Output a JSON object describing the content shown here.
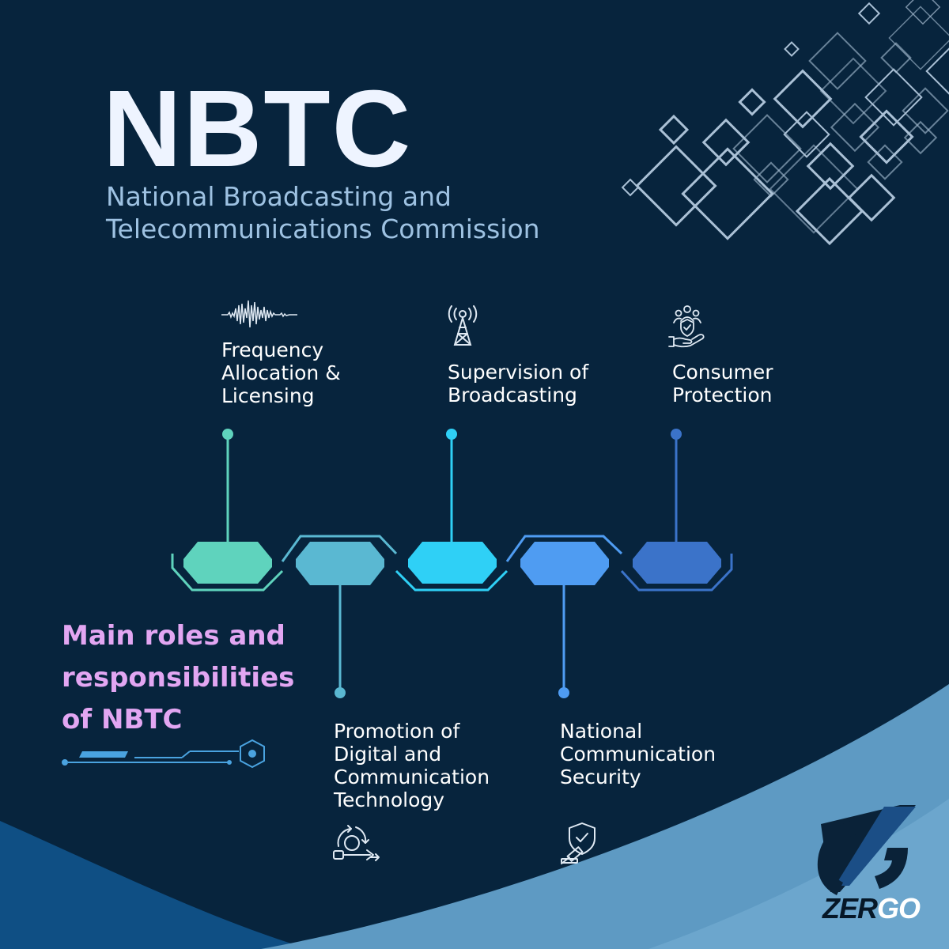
{
  "header": {
    "title": "NBTC",
    "subtitle_line1": "National Broadcasting and",
    "subtitle_line2": "Telecommunications Commission"
  },
  "roles": [
    {
      "lines": [
        "Frequency",
        "Allocation &",
        "Licensing"
      ],
      "icon": "sound-wave-icon",
      "color": "#5fd3bd"
    },
    {
      "lines": [
        "Promotion of",
        "Digital and",
        "Communication",
        "Technology"
      ],
      "icon": "process-cycle-icon",
      "color": "#5ab8d2"
    },
    {
      "lines": [
        "Supervision of",
        "Broadcasting"
      ],
      "icon": "broadcast-tower-icon",
      "color": "#2fd0f6"
    },
    {
      "lines": [
        "National",
        "Communication",
        "Security"
      ],
      "icon": "shield-security-icon",
      "color": "#4f9cf2"
    },
    {
      "lines": [
        "Consumer",
        "Protection"
      ],
      "icon": "consumer-protection-icon",
      "color": "#3b73c9"
    }
  ],
  "caption": {
    "line1": "Main roles and",
    "line2": "responsibilities",
    "line3": "of NBTC"
  },
  "logo": {
    "text_dark": "ZER",
    "text_light": "GO"
  },
  "colors": {
    "background": "#07243d",
    "title": "#eef4ff",
    "subtitle": "#9ec2e2",
    "caption": "#e2a6f2",
    "wave_light": "#5e9ac3",
    "wave_dark": "#0f4f84"
  }
}
